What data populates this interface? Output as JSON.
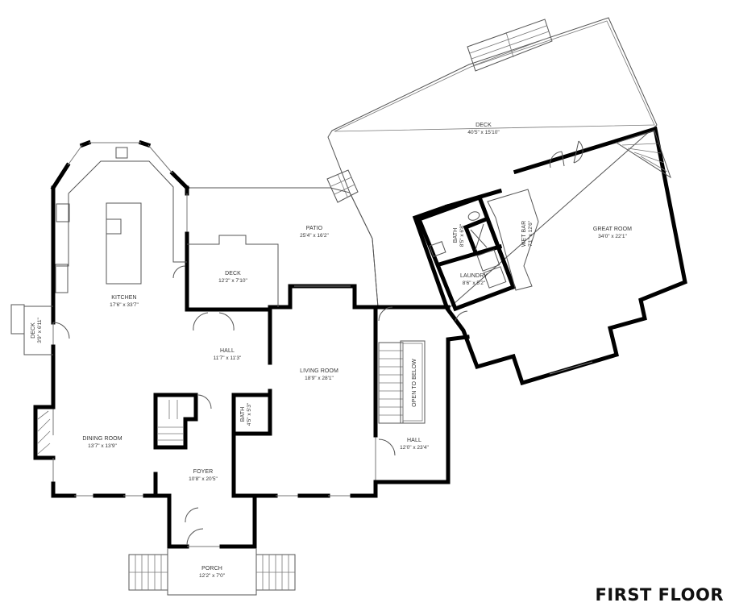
{
  "floor_title": "FIRST FLOOR",
  "rooms": {
    "deck_large": {
      "name": "DECK",
      "dim": "40'5\" x 15'10\""
    },
    "great_room": {
      "name": "GREAT ROOM",
      "dim": "34'0\" x 22'1\""
    },
    "patio": {
      "name": "PATIO",
      "dim": "25'4\" x 16'2\""
    },
    "deck_small": {
      "name": "DECK",
      "dim": "12'2\" x 7'10\""
    },
    "kitchen": {
      "name": "KITCHEN",
      "dim": "17'6\" x 33'7\""
    },
    "deck_side": {
      "name": "DECK",
      "dim": "3'9\" x 6'11\""
    },
    "hall_center": {
      "name": "HALL",
      "dim": "11'7\" x 11'3\""
    },
    "living_room": {
      "name": "LIVING ROOM",
      "dim": "18'9\" x 28'1\""
    },
    "bath_small": {
      "name": "BATH",
      "dim": "4'5\" x 5'3\""
    },
    "dining_room": {
      "name": "DINING ROOM",
      "dim": "13'7\" x 13'9\""
    },
    "foyer": {
      "name": "FOYER",
      "dim": "10'8\" x 20'5\""
    },
    "hall_east": {
      "name": "HALL",
      "dim": "12'0\" x 23'4\""
    },
    "open_to_below": {
      "name": "OPEN TO BELOW"
    },
    "porch": {
      "name": "PORCH",
      "dim": "12'2\" x 7'0\""
    },
    "bath_ne": {
      "name": "BATH",
      "dim": "8'5\" x 6'8\""
    },
    "laundry": {
      "name": "LAUNDRY",
      "dim": "8'6\" x 5'2\""
    },
    "wet_bar": {
      "name": "WET BAR",
      "dim": "7'1\" x 12'6\""
    }
  }
}
